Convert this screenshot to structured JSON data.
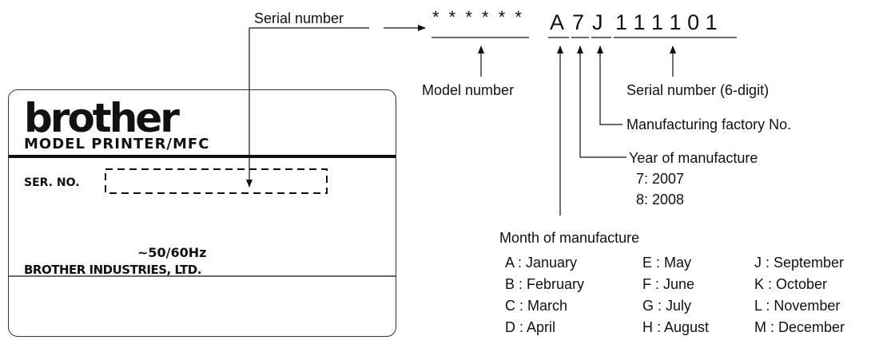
{
  "label": {
    "brand": "brother",
    "model": "MODEL PRINTER/MFC",
    "ser_no": "SER. NO.",
    "freq": "~50/60Hz",
    "company": "BROTHER INDUSTRIES, LTD."
  },
  "code": {
    "model_placeholder": "* * * * * *",
    "month_char": "A",
    "year_char": "7",
    "factory_char": "J",
    "serial_digits": "1 1 1 1 0 1"
  },
  "callouts": {
    "serial_number": "Serial number",
    "model_number": "Model number",
    "serial_6digit": "Serial number (6-digit)",
    "factory": "Manufacturing factory No.",
    "year": "Year of manufacture",
    "year_codes": [
      "7: 2007",
      "8: 2008"
    ],
    "month": "Month of manufacture"
  },
  "month_codes": [
    [
      "A : January",
      "E : May",
      "J : September"
    ],
    [
      "B : February",
      "F : June",
      "K : October"
    ],
    [
      "C : March",
      "G : July",
      "L : November"
    ],
    [
      "D : April",
      "H : August",
      "M : December"
    ]
  ]
}
